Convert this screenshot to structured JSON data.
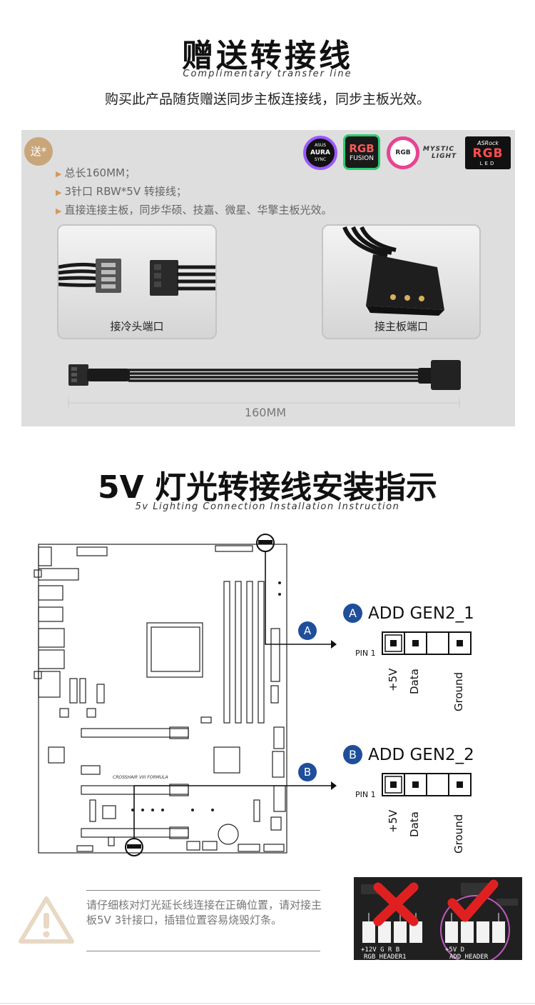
{
  "section1": {
    "title": "赠送转接线",
    "subtitle": "Complimentary transfer line",
    "description": "购买此产品随货赠送同步主板连接线，同步主板光效。",
    "gift_badge": "送*",
    "specs": [
      "总长160MM；",
      "3针口 RBW*5V 转接线；",
      "直接连接主板，同步华硕、技嘉、微星、华擎主板光效。"
    ],
    "logos": {
      "aura": {
        "line1": "ASUS",
        "line2": "AURA",
        "line3": "SYNC"
      },
      "fusion": {
        "line1": "RGB",
        "line2": "FUSION"
      },
      "mystic": {
        "badge": "RGB",
        "text1": "MYSTIC",
        "text2": "LIGHT"
      },
      "asrock": {
        "brand": "ASRock",
        "rgb": "RGB",
        "led": "LED"
      }
    },
    "photo_left_caption": "接冷头端口",
    "photo_right_caption": "接主板端口",
    "length_label": "160MM"
  },
  "section2": {
    "title": "5V 灯光转接线安装指示",
    "subtitle": "5v Lighting Connection Installation Instruction",
    "board_model": "CROSSHAIR VIII FORMULA",
    "callouts": [
      "A",
      "B"
    ],
    "headers": [
      {
        "badge": "A",
        "title": "ADD GEN2_1",
        "pin1": "PIN 1",
        "pins": [
          "+5V",
          "Data",
          "Ground"
        ]
      },
      {
        "badge": "B",
        "title": "ADD GEN2_2",
        "pin1": "PIN 1",
        "pins": [
          "+5V",
          "Data",
          "Ground"
        ]
      }
    ]
  },
  "warning": {
    "text": "请仔细核对灯光延长线连接在正确位置，请对接主板5V 3针接口，插错位置容易烧毁灯条。",
    "photo_labels": {
      "left_pins": "+12V G R B",
      "left_header": "RGB_HEADER1",
      "right_pins": "+5V D",
      "right_header": "ADD_HEADER"
    }
  },
  "colors": {
    "panel_gray": "#dedede",
    "gift_badge": "#c9a57a",
    "callout_blue": "#1f4e9a",
    "warning_beige": "#e8d8c4",
    "wrong_red": "#e02020"
  }
}
